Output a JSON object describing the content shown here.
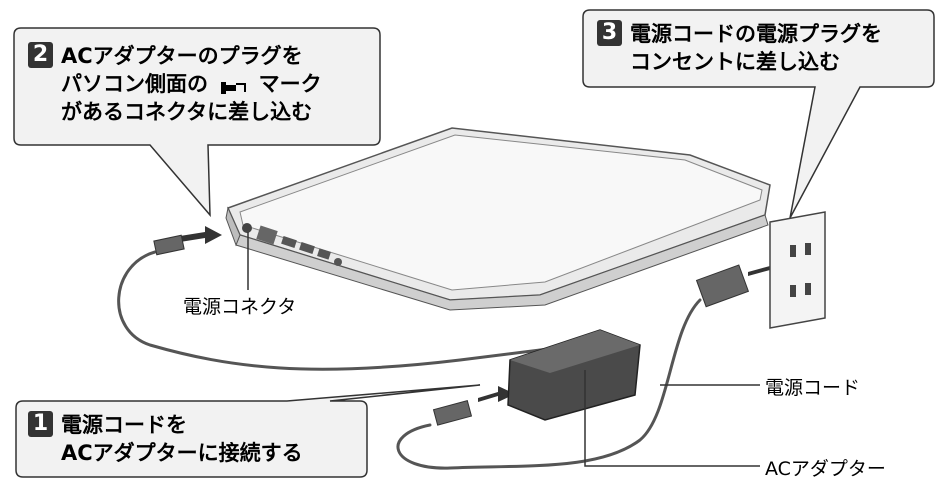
{
  "step1": {
    "number": "1",
    "line1": "電源コードを",
    "line2": "ACアダプターに接続する"
  },
  "step2": {
    "number": "2",
    "line1": "ACアダプターのプラグを",
    "line2a": "パソコン側面の",
    "line2b": "マーク",
    "line3": "があるコネクタに差し込む",
    "symbol": "dc-in-icon"
  },
  "step3": {
    "number": "3",
    "line1": "電源コードの電源プラグを",
    "line2": "コンセントに差し込む"
  },
  "labels": {
    "power_connector": "電源コネクタ",
    "power_cord": "電源コード",
    "ac_adapter": "ACアダプター"
  },
  "colors": {
    "callout_fill": "#f2f2f2",
    "callout_stroke": "#333333",
    "step_badge": "#333333"
  }
}
